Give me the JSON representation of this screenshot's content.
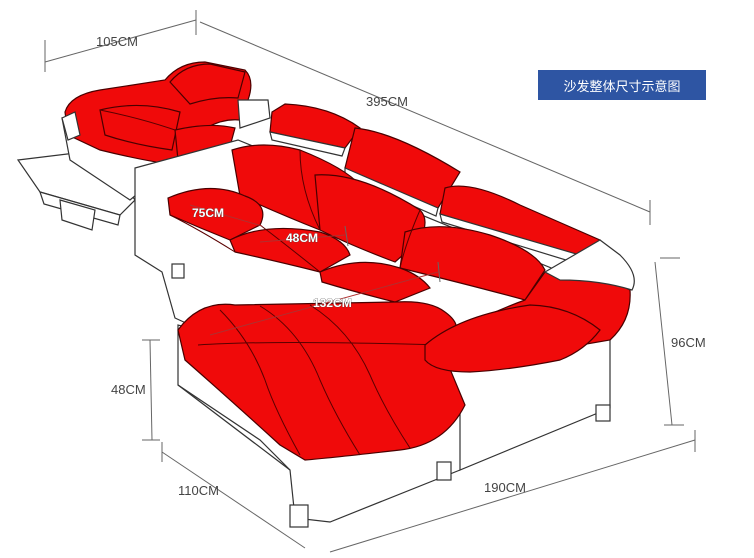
{
  "title": "沙发整体尺寸示意图",
  "dimensions": {
    "top_left_width": "105CM",
    "total_length": "395CM",
    "height_right": "96CM",
    "chaise_height": "48CM",
    "chaise_width": "110CM",
    "bottom_length": "190CM"
  },
  "inner_labels": {
    "back_height": "75CM",
    "seat_depth": "48CM",
    "chaise_length": "132CM"
  },
  "colors": {
    "upholstery": "#f00a0a",
    "title_bg": "#2e55a3"
  }
}
